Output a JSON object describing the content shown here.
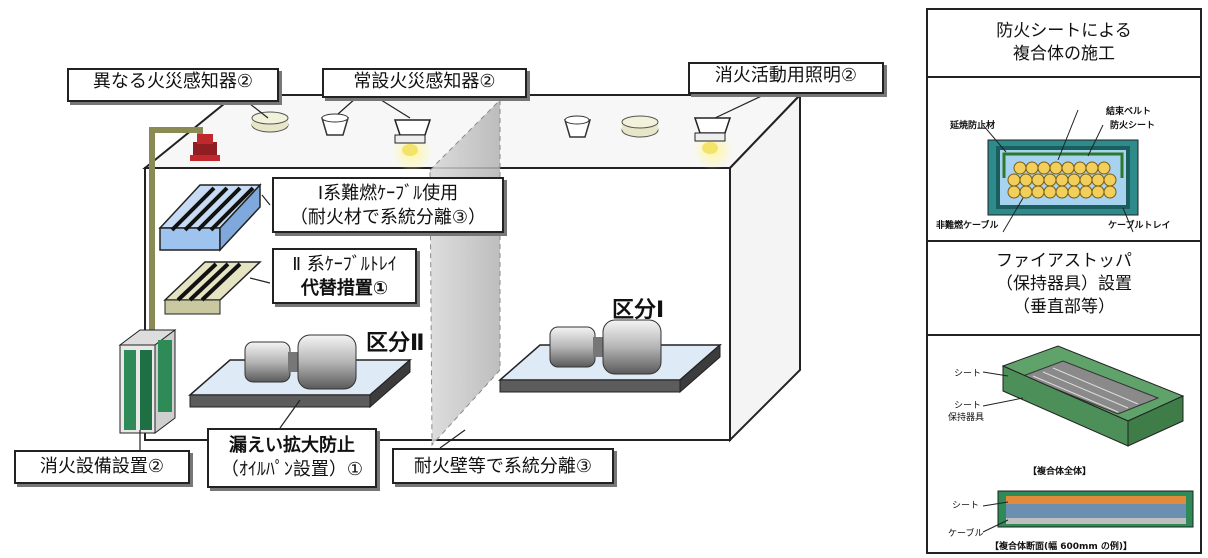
{
  "callouts": {
    "different_detector": "異なる火災感知器②",
    "permanent_detector": "常設火災感知器②",
    "lighting": "消火活動用照明②",
    "system1_line1": "Ⅰ系難燃ｹｰﾌﾞﾙ使用",
    "system1_line2": "（耐火材で系統分離③）",
    "system2_line1": "Ⅱ 系ｹｰﾌﾞﾙﾄﾚｲ",
    "system2_line2": "代替措置①",
    "extinguish_equipment": "消火設備設置②",
    "leak_line1": "漏えい拡大防止",
    "leak_line2": "（ｵｲﾙﾊﾟﾝ設置）①",
    "firewall": "耐火壁等で系統分離③"
  },
  "zones": {
    "zone1": "区分Ⅰ",
    "zone2": "区分Ⅱ"
  },
  "panel": {
    "sec1_line1": "防火シートによる",
    "sec1_line2": "複合体の施工",
    "sec1_labels": {
      "binding_belt": "結束ベルト",
      "fire_sheet": "防火シート",
      "flame_retardant": "延焼防止材",
      "nonflame_cable": "非難燃ケーブル",
      "cable_tray": "ケーブルトレイ"
    },
    "sec2_line1": "ファイアストッパ",
    "sec2_line2": "（保持器具）設置",
    "sec2_line3": "（垂直部等）",
    "sec3_labels": {
      "sheet_top": "シート",
      "sheet_mid": "シート",
      "holder": "保持器具",
      "whole_caption": "【複合体全体】",
      "sheet_bottom": "シート",
      "cable": "ケーブル",
      "section_caption": "【複合体断面(幅 600mm の例)】"
    }
  },
  "colors": {
    "tray_blue": "#9ec3ee",
    "alarm_red": "#c0282e",
    "pipe_olive": "#8a8a55",
    "panel_green": "#2e8b57",
    "cable_yellow": "#f1cf5a"
  }
}
